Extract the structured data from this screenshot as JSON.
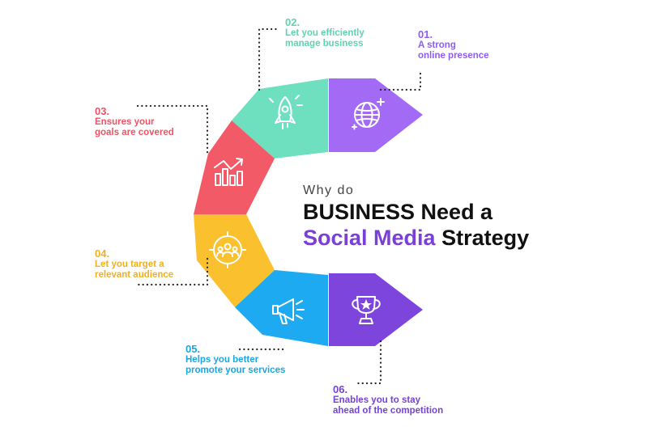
{
  "title": {
    "line1": "Why do",
    "line2": "BUSINESS Need a",
    "line3_accent": "Social Media",
    "line3_rest": "Strategy"
  },
  "items": [
    {
      "number": "01.",
      "text": "A strong\nonline presence",
      "color": "#a36bf5",
      "icon": "globe-icon"
    },
    {
      "number": "02.",
      "text": "Let you efficiently\nmanage business",
      "color": "#6fe0bf",
      "icon": "rocket-icon"
    },
    {
      "number": "03.",
      "text": "Ensures your\ngoals are covered",
      "color": "#f25a68",
      "icon": "growth-chart-icon"
    },
    {
      "number": "04.",
      "text": "Let you target a\nrelevant audience",
      "color": "#fbc02d",
      "icon": "target-audience-icon"
    },
    {
      "number": "05.",
      "text": "Helps you better\npromote your services",
      "color": "#1eaaf1",
      "icon": "megaphone-icon"
    },
    {
      "number": "06.",
      "text": "Enables you to stay\nahead of the competition",
      "color": "#7d45dc",
      "icon": "trophy-icon"
    }
  ]
}
